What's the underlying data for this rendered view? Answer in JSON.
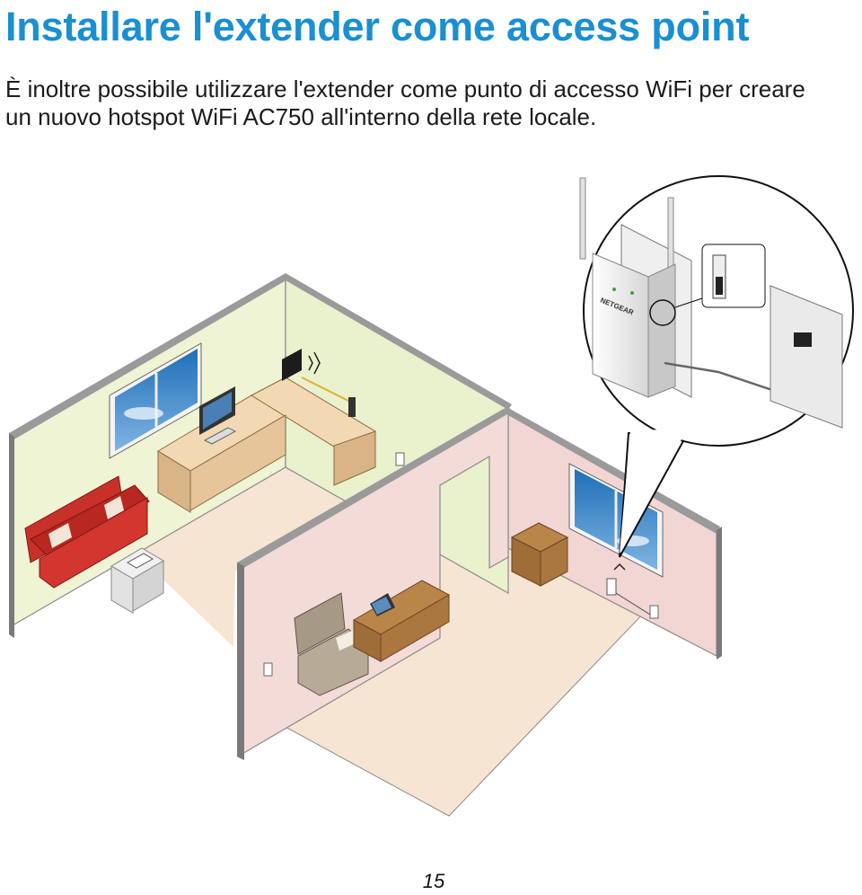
{
  "page": {
    "title": "Installare l'extender come access point",
    "intro_line1": "È inoltre possibile utilizzare l'extender come punto di accesso WiFi per creare",
    "intro_line2": "un nuovo hotspot WiFi AC750 all'interno della rete locale.",
    "page_number": "15"
  },
  "illustration": {
    "device_brand": "NETGEAR",
    "colors": {
      "left_room_wall": "#eef4d4",
      "right_room_wall": "#f2d6d3",
      "floor": "#f6e5d3",
      "sofa": "#c8302a",
      "wood": "#a9773f",
      "window_sky": "#3a86c7"
    }
  }
}
